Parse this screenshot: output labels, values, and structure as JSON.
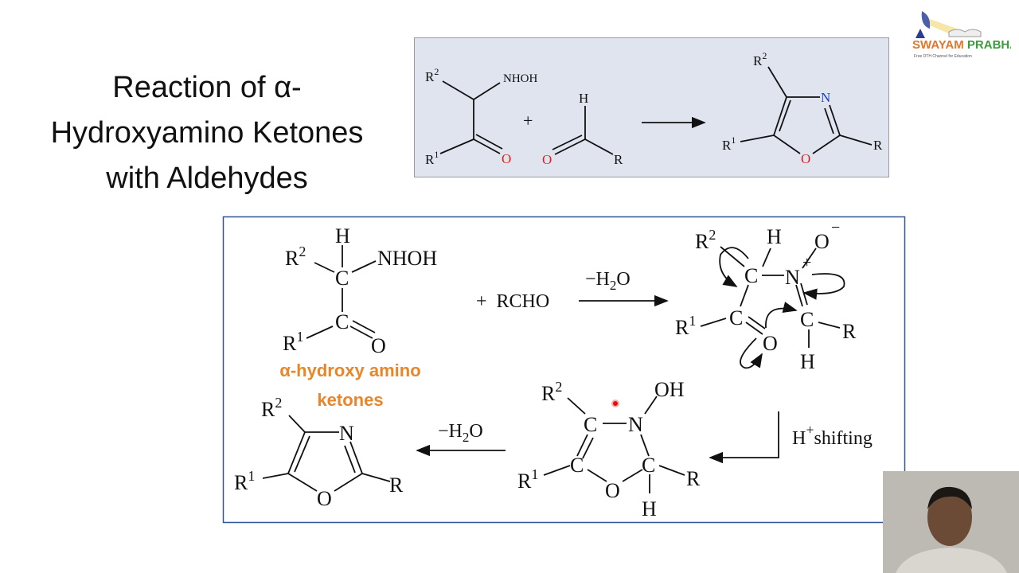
{
  "title": {
    "lines": [
      "Reaction of α-",
      "Hydroxyamino Ketones",
      "with Aldehydes"
    ]
  },
  "logo": {
    "brand": "SWAYAM PRABHA",
    "tagline": "Free DTH Channel for Education"
  },
  "top_scheme": {
    "reactant1": {
      "r2": "R",
      "r2_sup": "2",
      "nhoh": "NHOH",
      "r1": "R",
      "r1_sup": "1",
      "o": "O"
    },
    "plus": "+",
    "aldehyde": {
      "h": "H",
      "o": "O",
      "r": "R"
    },
    "product": {
      "r2": "R",
      "r2_sup": "2",
      "n": "N",
      "r1": "R",
      "r1_sup": "1",
      "o": "O",
      "r": "R"
    },
    "colors": {
      "box_bg": "#dfe4ee",
      "oxygen": "#e02020",
      "nitrogen": "#1a3fd0"
    }
  },
  "mechanism": {
    "reactant": {
      "r2": "R",
      "r2_sup": "2",
      "h": "H",
      "c1": "C",
      "nhoh": "NHOH",
      "c2": "C",
      "r1": "R",
      "r1_sup": "1",
      "o": "O"
    },
    "reagent": "+  RCHO",
    "step1_label": "−H",
    "step1_sub": "2",
    "step1_tail": "O",
    "name_label": [
      "α-hydroxy amino",
      "ketones"
    ],
    "name_color": "#e8862a",
    "intermediate1": {
      "r2": "R",
      "r2_sup": "2",
      "h_top": "H",
      "o_minus": "O",
      "minus": "−",
      "c1": "C",
      "n_plus": "N",
      "plus": "+",
      "c2": "C",
      "r1": "R",
      "r1_sup": "1",
      "o": "O",
      "c3": "C",
      "r": "R",
      "h_bottom": "H"
    },
    "step2_label": "H",
    "step2_sup": "+",
    "step2_tail": "shifting",
    "intermediate2": {
      "r2": "R",
      "r2_sup": "2",
      "oh": "OH",
      "c1": "C",
      "n": "N",
      "c2": "C",
      "c3": "C",
      "o": "O",
      "r1": "R",
      "r1_sup": "1",
      "r": "R",
      "h": "H"
    },
    "step3_label": "−H",
    "step3_sub": "2",
    "step3_tail": "O",
    "product": {
      "r2": "R",
      "r2_sup": "2",
      "n": "N",
      "o": "O",
      "r1": "R",
      "r1_sup": "1",
      "r": "R"
    },
    "border_color": "#2f5597"
  }
}
